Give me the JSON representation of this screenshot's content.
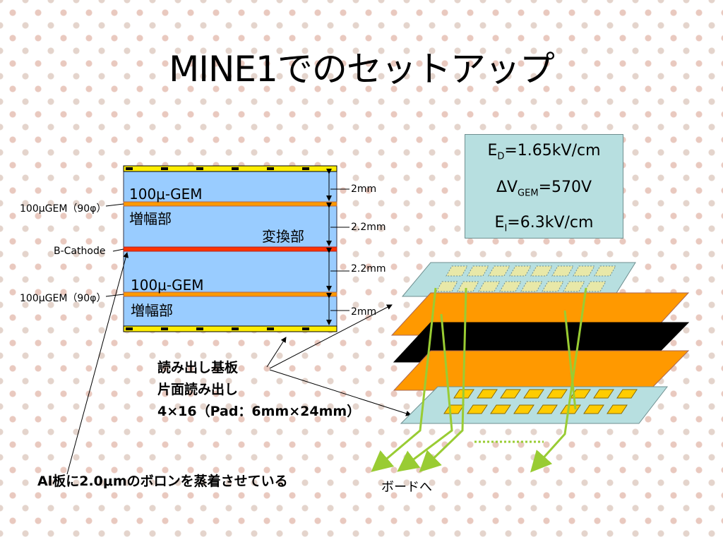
{
  "title": "MINE1でのセットアップ",
  "chamber": {
    "gem_top_label": "100μ-GEM",
    "gem_top_sub": "増幅部",
    "conversion_label": "変換部",
    "gem_bottom_label": "100μ-GEM",
    "gem_bottom_sub": "増幅部",
    "left_gem_top": "100μGEM（90φ）",
    "left_cathode": "B-Cathode",
    "left_gem_bottom": "100μGEM（90φ）",
    "dims": [
      "2mm",
      "2.2mm",
      "2.2mm",
      "2mm"
    ]
  },
  "fields": {
    "ed_prefix": "E",
    "ed_sub": "D",
    "ed_value": "=1.65kV/cm",
    "dv_prefix": "ΔV",
    "dv_sub": "GEM",
    "dv_value": "=570V",
    "ei_prefix": "E",
    "ei_sub": "I",
    "ei_value": "=6.3kV/cm"
  },
  "readout": {
    "line1": "読み出し基板",
    "line2": "片面読み出し",
    "line3": "4×16（Pad：6mm×24mm）"
  },
  "al_note": "Al板に2.0μmのボロンを蒸着させている",
  "board_label": "ボードへ",
  "colors": {
    "chamber_fill": "#99ccff",
    "gem_orange": "#ff9900",
    "cathode_red": "#ff3300",
    "pad_yellow": "#ffcc00",
    "board_blue": "#b7dfe0",
    "wire_green": "#99cc33"
  }
}
